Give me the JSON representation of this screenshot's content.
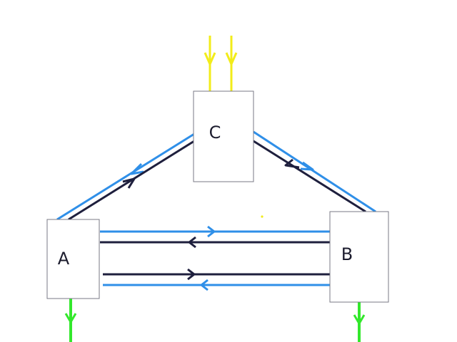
{
  "nodes": {
    "a": {
      "label": "A"
    },
    "b": {
      "label": "B"
    },
    "c": {
      "label": "C"
    }
  },
  "colors": {
    "blue_flow": "#2f8fe8",
    "dark_flow": "#1e1f3d",
    "yellow_input": "#f2ec1a",
    "green_output": "#33e82c",
    "box_border": "#7a7a85",
    "background": "#ffffff"
  }
}
